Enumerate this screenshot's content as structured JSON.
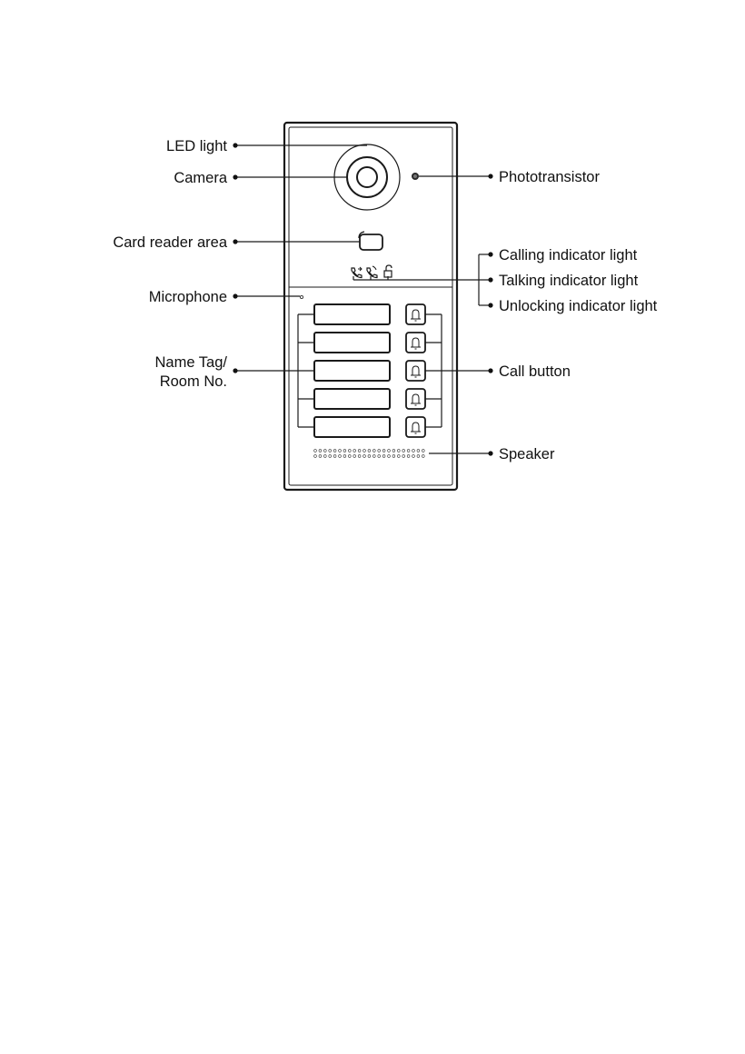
{
  "labels": {
    "led_light": "LED light",
    "camera": "Camera",
    "card_reader_area": "Card reader area",
    "microphone": "Microphone",
    "name_tag_line1": "Name Tag/",
    "name_tag_line2": "Room No.",
    "phototransistor": "Phototransistor",
    "calling_indicator": "Calling indicator light",
    "talking_indicator": "Talking indicator light",
    "unlocking_indicator": "Unlocking indicator light",
    "call_button": "Call button",
    "speaker": "Speaker"
  },
  "icons": {
    "calling": "phone-outgoing-icon",
    "talking": "phone-talk-icon",
    "unlocking": "unlock-icon",
    "call_button": "bell-icon"
  },
  "device": {
    "name_tag_count": 5,
    "call_button_count": 5
  }
}
